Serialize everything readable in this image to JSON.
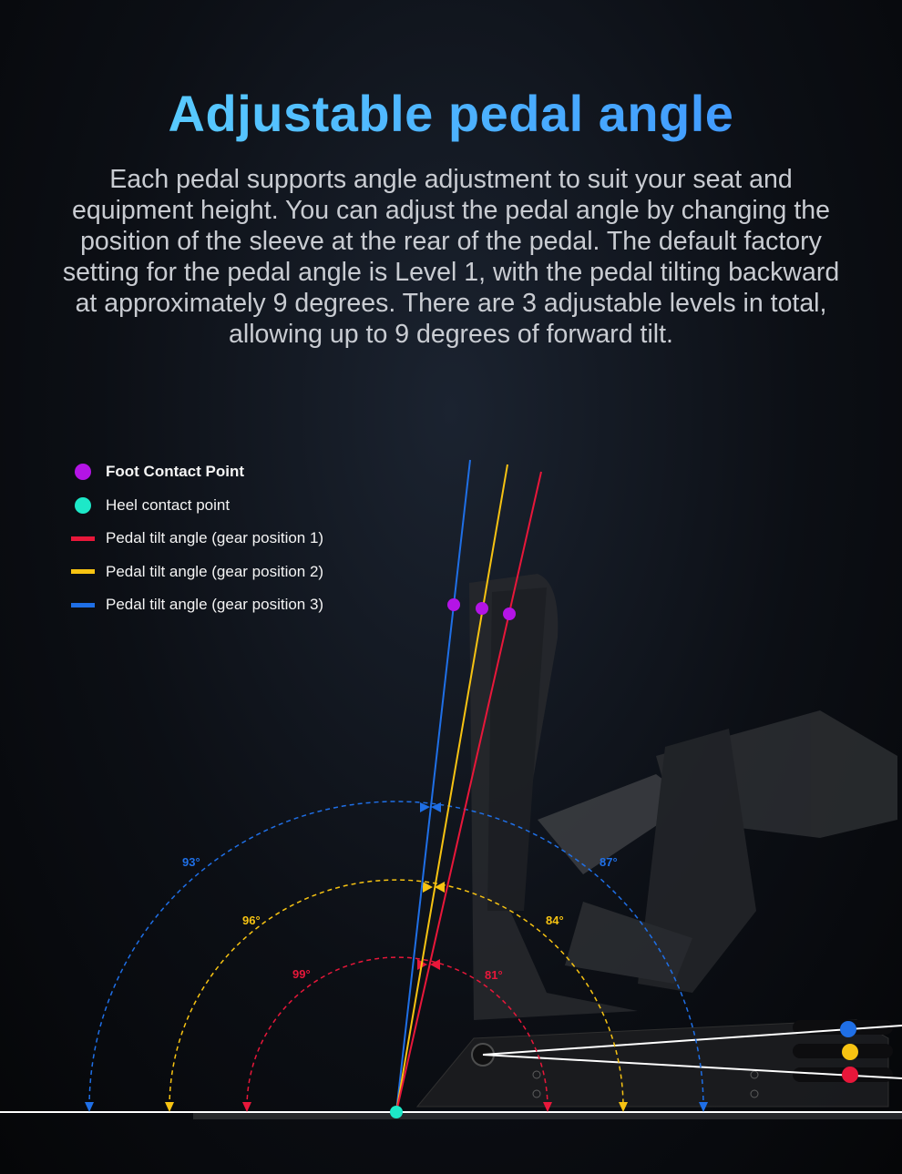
{
  "title": "Adjustable pedal angle",
  "description": "Each pedal supports angle adjustment to suit your seat and equipment height. You can adjust the pedal angle by changing the position of the sleeve at the rear of the pedal. The default factory setting for the pedal angle is Level 1, with the pedal tilting backward at approximately 9 degrees. There are 3 adjustable levels in total, allowing up to 9 degrees of forward tilt.",
  "colors": {
    "foot": "#b414e6",
    "heel": "#1de8c8",
    "gear1": "#e8173a",
    "gear2": "#f7c312",
    "gear3": "#1f6fe6"
  },
  "legend": [
    {
      "label": "Foot Contact Point"
    },
    {
      "label": "Heel contact point"
    },
    {
      "label": "Pedal tilt angle (gear position 1)"
    },
    {
      "label": "Pedal tilt angle (gear position 2)"
    },
    {
      "label": "Pedal tilt angle (gear position 3)"
    }
  ],
  "angles": {
    "gear3": {
      "left": "93°",
      "right": "87°"
    },
    "gear2": {
      "left": "96°",
      "right": "84°"
    },
    "gear1": {
      "left": "99°",
      "right": "81°"
    }
  }
}
